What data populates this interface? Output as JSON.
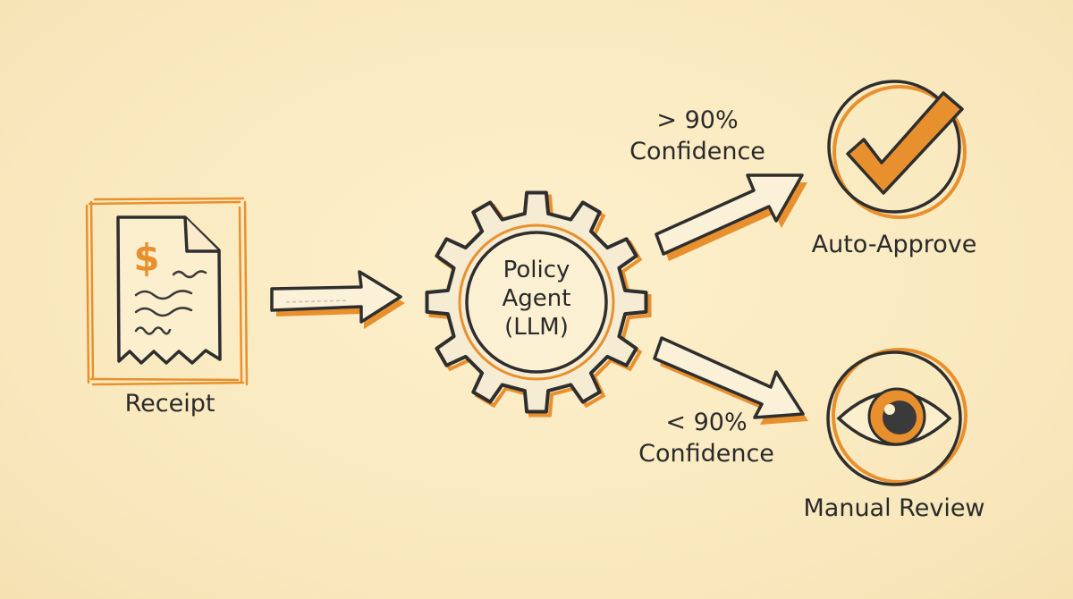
{
  "diagram": {
    "title": "Receipt policy review flow",
    "nodes": {
      "receipt": {
        "label": "Receipt",
        "icon": "receipt-icon",
        "symbol": "$"
      },
      "agent": {
        "lines": [
          "Policy",
          "Agent",
          "(LLM)"
        ],
        "icon": "gear-icon"
      },
      "approve": {
        "label": "Auto-Approve",
        "icon": "checkmark-icon"
      },
      "review": {
        "label": "Manual Review",
        "icon": "eye-icon"
      }
    },
    "edges": {
      "high": {
        "line1": "> 90%",
        "line2": "Confidence"
      },
      "low": {
        "line1": "< 90%",
        "line2": "Confidence"
      }
    },
    "colors": {
      "background": "#fbecc4",
      "accent": "#e8902e",
      "ink": "#2e2e2e"
    }
  }
}
